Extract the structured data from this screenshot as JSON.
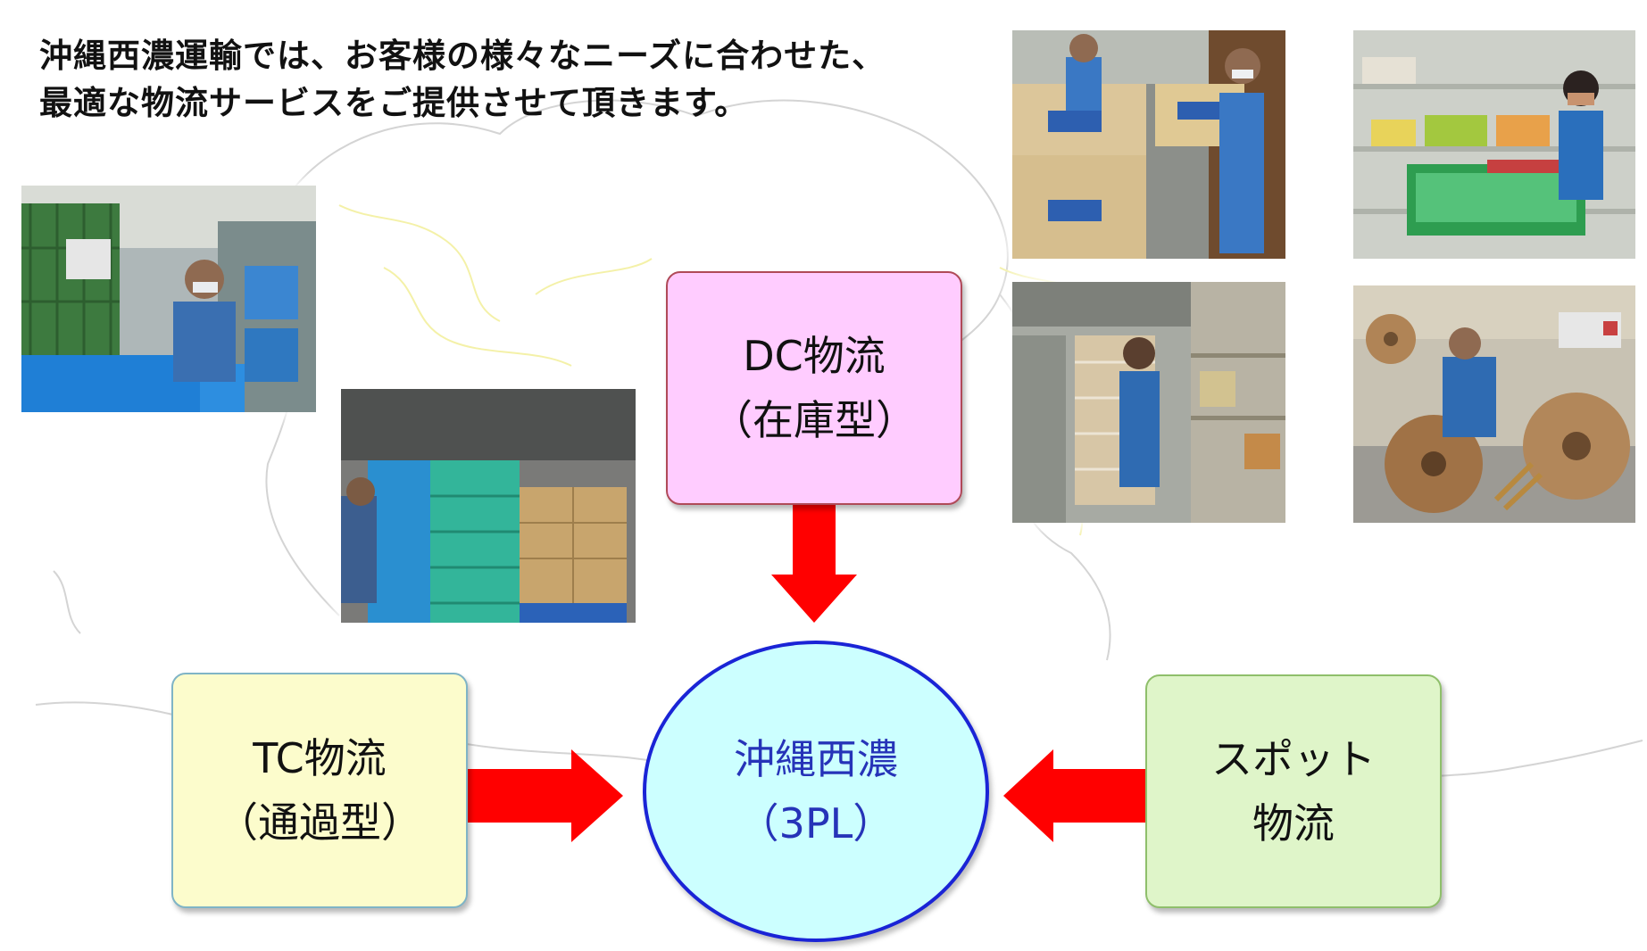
{
  "headline": {
    "line1": "沖縄西濃運輸では、お客様の様々なニーズに合わせた、",
    "line2": "最適な物流サービスをご提供させて頂きます。"
  },
  "hub": {
    "name": "沖縄西濃",
    "sub": "（3PL）"
  },
  "services": {
    "dc": {
      "line1": "DC物流",
      "line2": "（在庫型）"
    },
    "tc": {
      "line1": "TC物流",
      "line2": "（通過型）"
    },
    "spot": {
      "line1": "スポット",
      "line2": "物流"
    }
  },
  "colors": {
    "arrow": "#ff0000",
    "hub_fill": "#ccffff",
    "hub_border": "#1a24d6",
    "hub_text": "#2633b8",
    "dc_fill": "#ffccff",
    "tc_fill": "#fcfccc",
    "spot_fill": "#dff5c9"
  },
  "photos": [
    "photo-warehouse-cart-worker",
    "photo-warehouse-crates-worker",
    "photo-worker-moving-boxes",
    "photo-worker-picking-shelves",
    "photo-worker-wrapping-pallet",
    "photo-worker-cable-reels"
  ]
}
